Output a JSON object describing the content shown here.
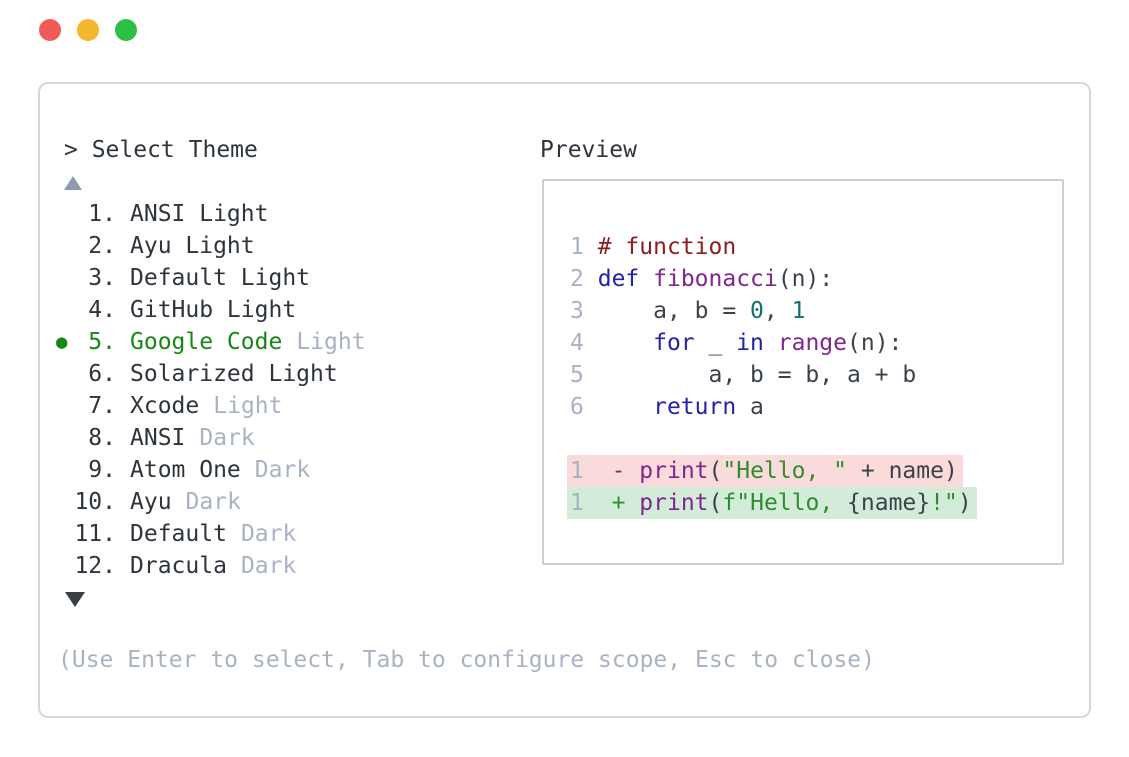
{
  "window": {
    "traffic_lights": [
      {
        "name": "close",
        "color": "#f15b55"
      },
      {
        "name": "minimize",
        "color": "#f3b72d"
      },
      {
        "name": "maximize",
        "color": "#2cc045"
      }
    ]
  },
  "theme_picker": {
    "prompt": "> Select Theme",
    "scroll_up_indicator": "▲",
    "scroll_down_indicator": "▼",
    "selected_marker": "●",
    "items": [
      {
        "number": "1.",
        "name": "ANSI Light",
        "variant": "",
        "muted_variant": false,
        "selected": false
      },
      {
        "number": "2.",
        "name": "Ayu Light",
        "variant": "",
        "muted_variant": false,
        "selected": false
      },
      {
        "number": "3.",
        "name": "Default Light",
        "variant": "",
        "muted_variant": false,
        "selected": false
      },
      {
        "number": "4.",
        "name": "GitHub Light",
        "variant": "",
        "muted_variant": false,
        "selected": false
      },
      {
        "number": "5.",
        "name": "Google Code",
        "variant": "Light",
        "muted_variant": true,
        "selected": true
      },
      {
        "number": "6.",
        "name": "Solarized Light",
        "variant": "",
        "muted_variant": false,
        "selected": false
      },
      {
        "number": "7.",
        "name": "Xcode",
        "variant": "Light",
        "muted_variant": true,
        "selected": false
      },
      {
        "number": "8.",
        "name": "ANSI",
        "variant": "Dark",
        "muted_variant": true,
        "selected": false
      },
      {
        "number": "9.",
        "name": "Atom One",
        "variant": "Dark",
        "muted_variant": true,
        "selected": false
      },
      {
        "number": "10.",
        "name": "Ayu",
        "variant": "Dark",
        "muted_variant": true,
        "selected": false
      },
      {
        "number": "11.",
        "name": "Default",
        "variant": "Dark",
        "muted_variant": true,
        "selected": false
      },
      {
        "number": "12.",
        "name": "Dracula",
        "variant": "Dark",
        "muted_variant": true,
        "selected": false
      }
    ],
    "hint": "(Use Enter to select, Tab to configure scope, Esc to close)"
  },
  "preview": {
    "label": "Preview",
    "lines": [
      {
        "num": "1",
        "bg": null,
        "tokens": [
          {
            "t": "# function",
            "c": "com"
          }
        ]
      },
      {
        "num": "2",
        "bg": null,
        "tokens": [
          {
            "t": "def",
            "c": "kwd"
          },
          {
            "t": " ",
            "c": "pln"
          },
          {
            "t": "fibonacci",
            "c": "typ"
          },
          {
            "t": "(n):",
            "c": "pln"
          }
        ]
      },
      {
        "num": "3",
        "bg": null,
        "tokens": [
          {
            "t": "    a, b = ",
            "c": "pln"
          },
          {
            "t": "0",
            "c": "lit"
          },
          {
            "t": ", ",
            "c": "pln"
          },
          {
            "t": "1",
            "c": "lit"
          }
        ]
      },
      {
        "num": "4",
        "bg": null,
        "tokens": [
          {
            "t": "    ",
            "c": "pln"
          },
          {
            "t": "for",
            "c": "kwd"
          },
          {
            "t": " _ ",
            "c": "pln"
          },
          {
            "t": "in",
            "c": "kwd"
          },
          {
            "t": " ",
            "c": "pln"
          },
          {
            "t": "range",
            "c": "typ"
          },
          {
            "t": "(n):",
            "c": "pln"
          }
        ]
      },
      {
        "num": "5",
        "bg": null,
        "tokens": [
          {
            "t": "        a, b = b, a + b",
            "c": "pln"
          }
        ]
      },
      {
        "num": "6",
        "bg": null,
        "tokens": [
          {
            "t": "    ",
            "c": "pln"
          },
          {
            "t": "return",
            "c": "kwd"
          },
          {
            "t": " a",
            "c": "pln"
          }
        ]
      },
      {
        "num": "",
        "bg": null,
        "tokens": []
      },
      {
        "num": "1",
        "bg": "removed",
        "tokens": [
          {
            "t": " ",
            "c": "pln"
          },
          {
            "t": "-",
            "c": "min"
          },
          {
            "t": " ",
            "c": "pln"
          },
          {
            "t": "print",
            "c": "typ"
          },
          {
            "t": "(",
            "c": "pln"
          },
          {
            "t": "\"Hello, \"",
            "c": "str"
          },
          {
            "t": " + name)",
            "c": "pln"
          }
        ]
      },
      {
        "num": "1",
        "bg": "added",
        "tokens": [
          {
            "t": " ",
            "c": "pln"
          },
          {
            "t": "+",
            "c": "add"
          },
          {
            "t": " ",
            "c": "pln"
          },
          {
            "t": "print",
            "c": "typ"
          },
          {
            "t": "(",
            "c": "pln"
          },
          {
            "t": "f\"Hello, ",
            "c": "str"
          },
          {
            "t": "{name}",
            "c": "pln"
          },
          {
            "t": "!\"",
            "c": "str"
          },
          {
            "t": ")",
            "c": "pln"
          }
        ]
      }
    ]
  },
  "colors": {
    "text": "#2e343c",
    "muted": "#a9b2c2",
    "selected_green": "#178717",
    "panel_border": "#d3d7df",
    "preview_border": "#c9ced8",
    "diff_removed_bg": "#fadbdb",
    "diff_added_bg": "#d3ecd9",
    "syntax_keyword": "#2222aa",
    "syntax_type": "#80268f",
    "syntax_comment": "#8b1e1e",
    "syntax_literal": "#156f70",
    "syntax_string": "#2f8d2f"
  }
}
